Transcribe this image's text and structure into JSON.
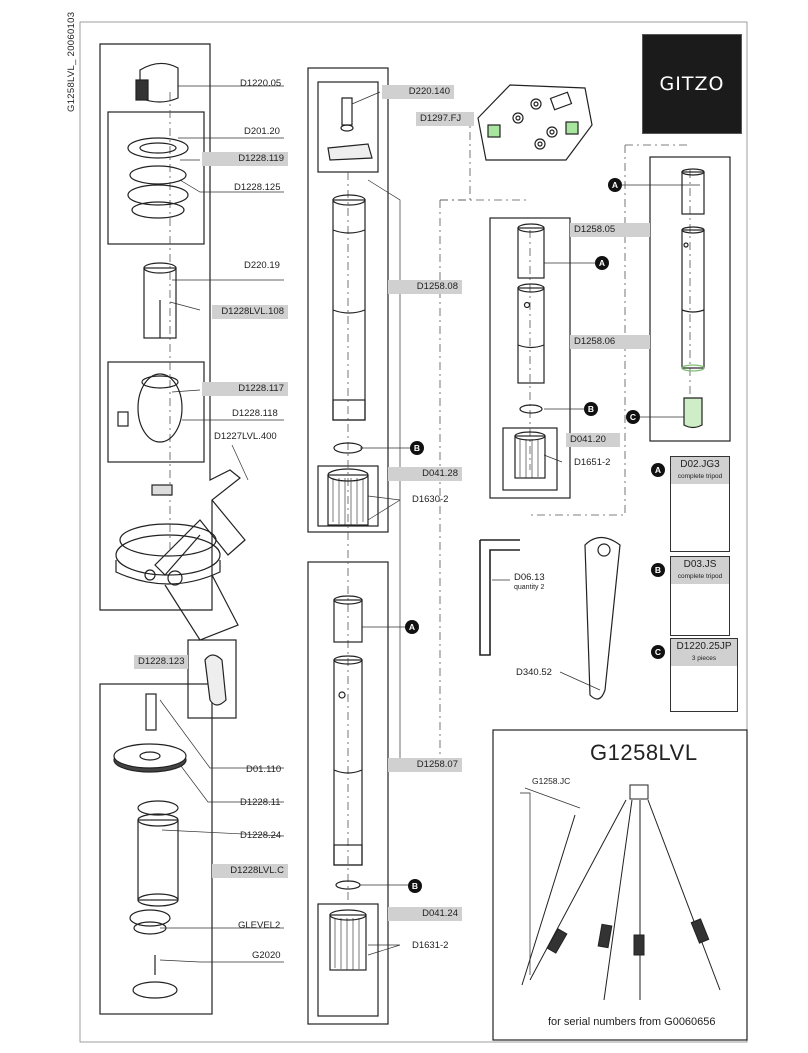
{
  "sheet": {
    "code": "G1258LVL_ 20060103",
    "brand": "GITZO",
    "model": "G1258LVL",
    "footnote": "for serial numbers from G0060656",
    "kit_label": "G1258.JC"
  },
  "labels": {
    "d1220_05": "D1220.05",
    "d201_20": "D201.20",
    "d1228_119": "D1228.119",
    "d1228_125": "D1228.125",
    "d220_19": "D220.19",
    "d1228lvl_108": "D1228LVL.108",
    "d1228_117": "D1228.117",
    "d1228_118": "D1228.118",
    "d1227lvl_400": "D1227LVL.400",
    "d1228_123": "D1228.123",
    "d01_110": "D01.110",
    "d1228_11": "D1228.11",
    "d1228_24": "D1228.24",
    "d1228lvl_c": "D1228LVL.C",
    "glevel2": "GLEVEL2",
    "g2020": "G2020",
    "d220_140": "D220.140",
    "d1297_fj": "D1297.FJ",
    "d1258_08": "D1258.08",
    "d041_28": "D041.28",
    "d1630_2": "D1630-2",
    "d1258_07": "D1258.07",
    "d041_24": "D041.24",
    "d1631_2": "D1631-2",
    "d1258_05": "D1258.05",
    "d1258_06": "D1258.06",
    "d041_20": "D041.20",
    "d1651_2": "D1651-2",
    "d06_13": "D06.13",
    "d06_13_qty": "quantity 2",
    "d340_52": "D340.52"
  },
  "callouts": {
    "a": "A",
    "b": "B",
    "c": "C"
  },
  "kits": [
    {
      "letter": "A",
      "code": "D02.JG3",
      "sub": "complete tripod"
    },
    {
      "letter": "B",
      "code": "D03.JS",
      "sub": "complete tripod"
    },
    {
      "letter": "C",
      "code": "D1220.25JP",
      "sub": "3 pieces"
    }
  ],
  "colors": {
    "highlight_green": "#a8e6a0",
    "tag_gray": "#d0d0d0",
    "logo_bg": "#1b1b1b"
  }
}
